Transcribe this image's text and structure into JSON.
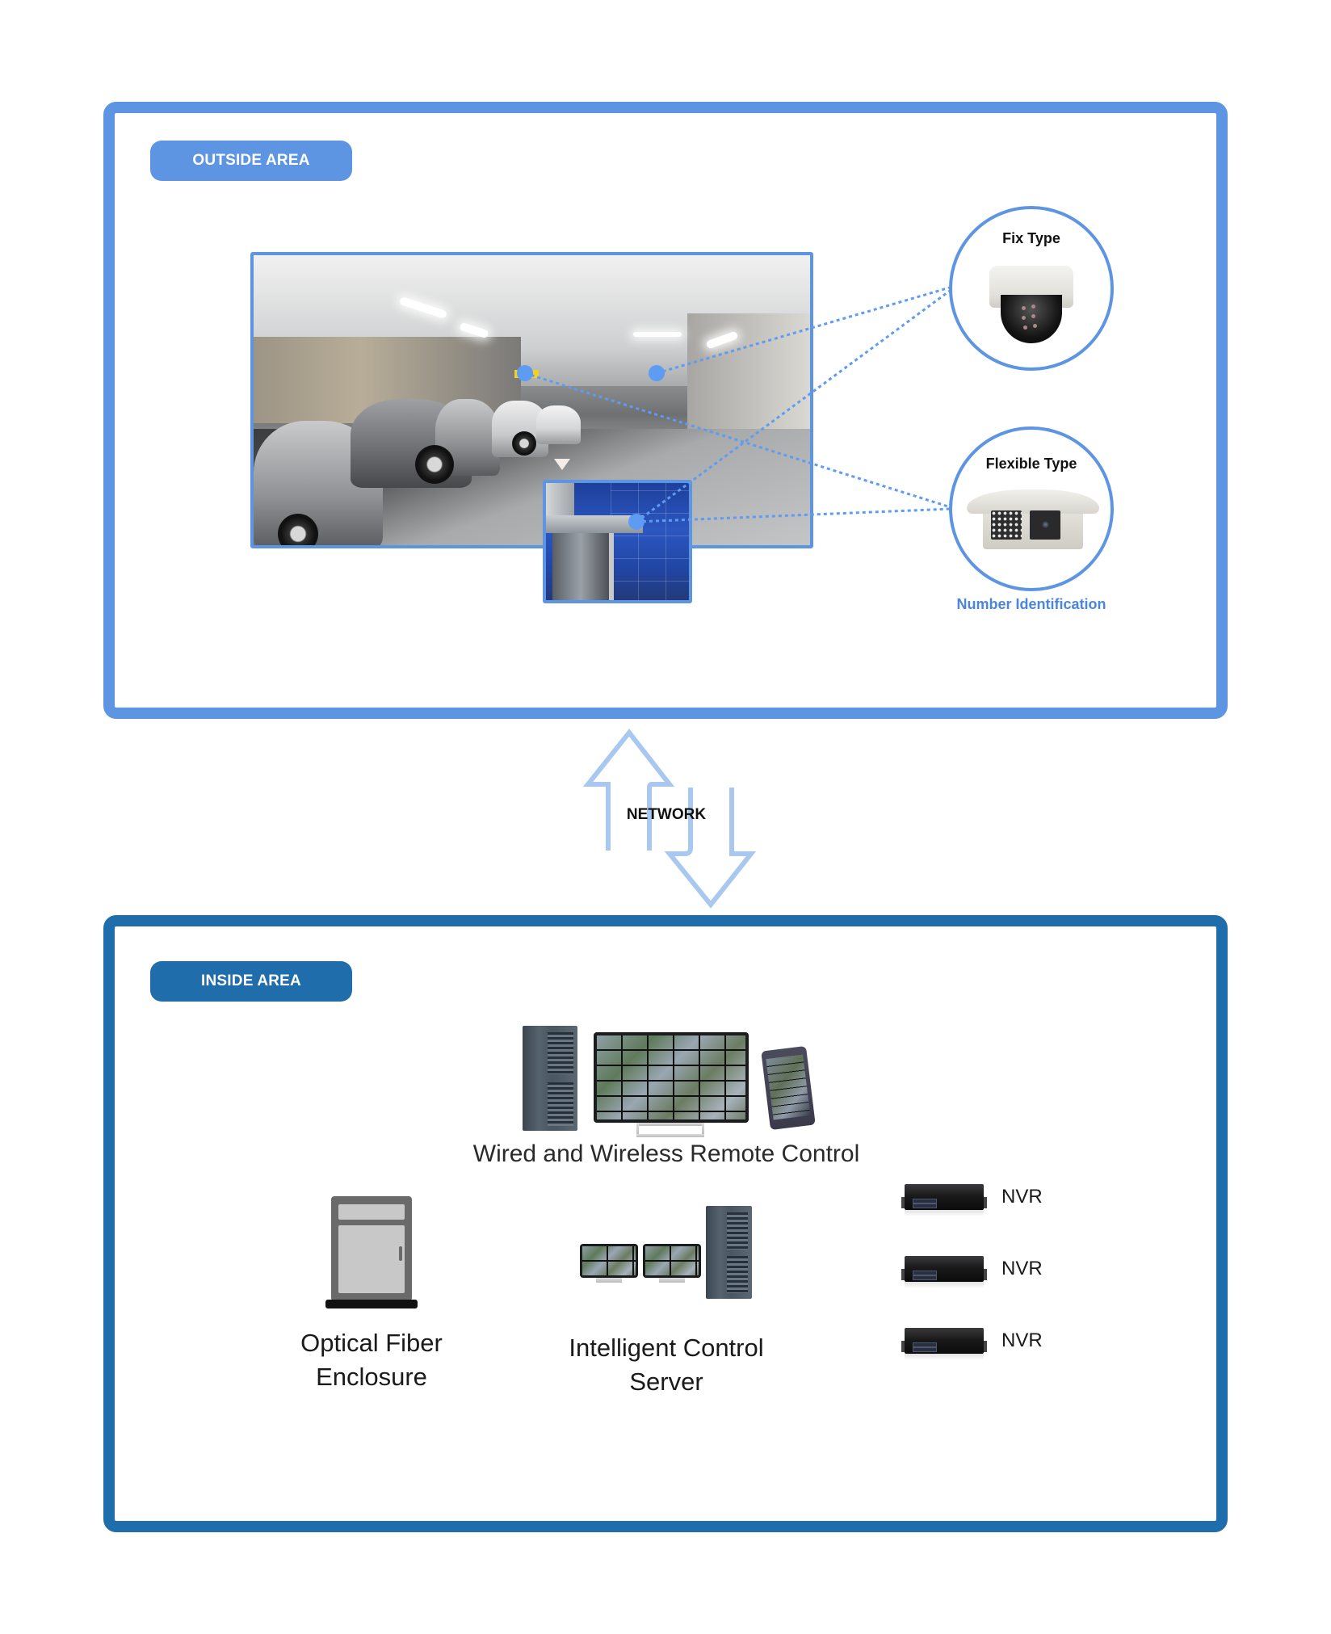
{
  "colors": {
    "outside_accent": "#5e95e3",
    "inside_accent": "#1f6eab",
    "connector_dot": "#5e9bf2",
    "network_arrow": "#a9c8ef",
    "number_id_text": "#4c86d8"
  },
  "outside_area": {
    "badge_label": "OUTSIDE AREA",
    "scene": "underground-parking-photo",
    "inset_scene": "parking-gate-camera-photo",
    "cameras": [
      {
        "title": "Fix Type",
        "icon": "dome-camera-icon",
        "caption": ""
      },
      {
        "title": "Flexible Type",
        "icon": "box-camera-with-housing-icon",
        "caption": "Number Identification"
      }
    ]
  },
  "network": {
    "label": "NETWORK",
    "icons": [
      "up-arrow-icon",
      "down-arrow-icon"
    ]
  },
  "inside_area": {
    "badge_label": "INSIDE AREA",
    "remote_control": {
      "label": "Wired and Wireless Remote Control",
      "icons": [
        "server-tower-icon",
        "video-wall-monitor-icon",
        "smartphone-icon"
      ]
    },
    "optical_fiber": {
      "label_line1": "Optical Fiber",
      "label_line2": "Enclosure",
      "icon": "cabinet-icon"
    },
    "control_server": {
      "label_line1": "Intelligent Control",
      "label_line2": "Server",
      "icons": [
        "monitor-icon",
        "monitor-icon",
        "server-tower-icon"
      ]
    },
    "nvrs": [
      {
        "label": "NVR"
      },
      {
        "label": "NVR"
      },
      {
        "label": "NVR"
      }
    ]
  }
}
